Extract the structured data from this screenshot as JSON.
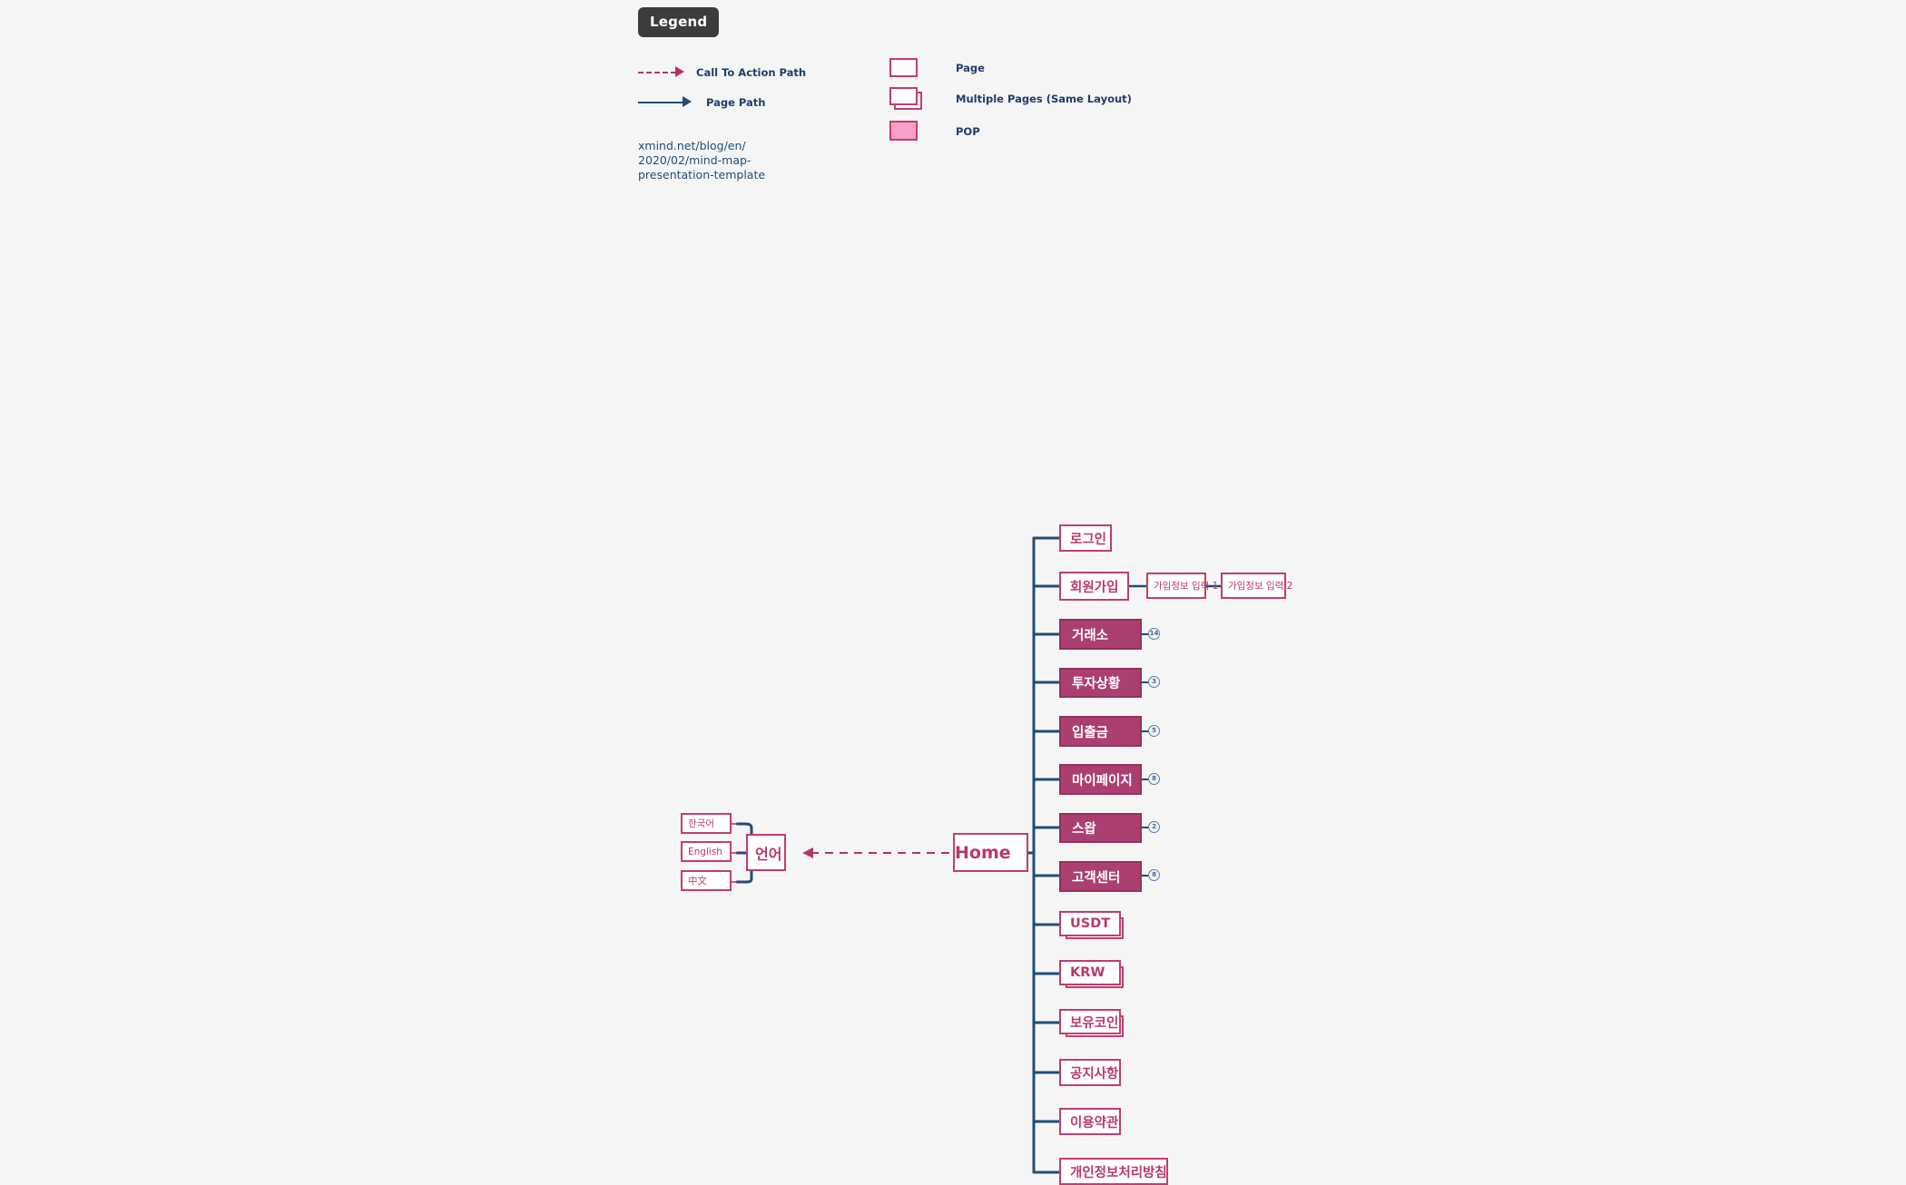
{
  "legend": {
    "title": "Legend",
    "items": [
      {
        "symbol": "dashed-arrow-icon",
        "label": "Call To Action Path"
      },
      {
        "symbol": "page-box-icon",
        "label": "Page"
      },
      {
        "symbol": "solid-arrow-icon",
        "label": "Page Path"
      },
      {
        "symbol": "multi-page-icon",
        "label": "Multiple Pages (Same Layout)"
      },
      {
        "symbol": "pop-box-icon",
        "label": "POP"
      }
    ],
    "url": "xmind.net/blog/en/\n2020/02/mind-map-\npresentation-template"
  },
  "colors": {
    "accent_border": "#c33c72",
    "accent_text": "#b9386c",
    "fill_node": "#ab3f71",
    "pop_fill": "#f9a0c8",
    "wire": "#1f4e79",
    "cta": "#b23567",
    "legend_text": "#1f4e79",
    "background": "#f5f5f5"
  },
  "diagram": {
    "root": {
      "label": "Home"
    },
    "language_branch": {
      "hub": {
        "label": "언어"
      },
      "options": [
        {
          "label": "한국어"
        },
        {
          "label": "English"
        },
        {
          "label": "中文"
        }
      ]
    },
    "children": [
      {
        "label": "로그인",
        "type": "page",
        "badge": null
      },
      {
        "label": "회원가입",
        "type": "page",
        "badge": null,
        "sub": [
          {
            "label": "가입정보 입력 1"
          },
          {
            "label": "가입정보 입력 2"
          }
        ]
      },
      {
        "label": "거래소",
        "type": "fill",
        "badge": "14"
      },
      {
        "label": "투자상황",
        "type": "fill",
        "badge": "3"
      },
      {
        "label": "입출금",
        "type": "fill",
        "badge": "5"
      },
      {
        "label": "마이페이지",
        "type": "fill",
        "badge": "8"
      },
      {
        "label": "스왑",
        "type": "fill",
        "badge": "2"
      },
      {
        "label": "고객센터",
        "type": "fill",
        "badge": "8"
      },
      {
        "label": "USDT",
        "type": "multi",
        "badge": null
      },
      {
        "label": "KRW",
        "type": "multi",
        "badge": null
      },
      {
        "label": "보유코인",
        "type": "multi",
        "badge": null
      },
      {
        "label": "공지사항",
        "type": "page",
        "badge": null
      },
      {
        "label": "이용약관",
        "type": "page",
        "badge": null
      },
      {
        "label": "개인정보처리방침",
        "type": "page",
        "badge": null
      }
    ]
  }
}
